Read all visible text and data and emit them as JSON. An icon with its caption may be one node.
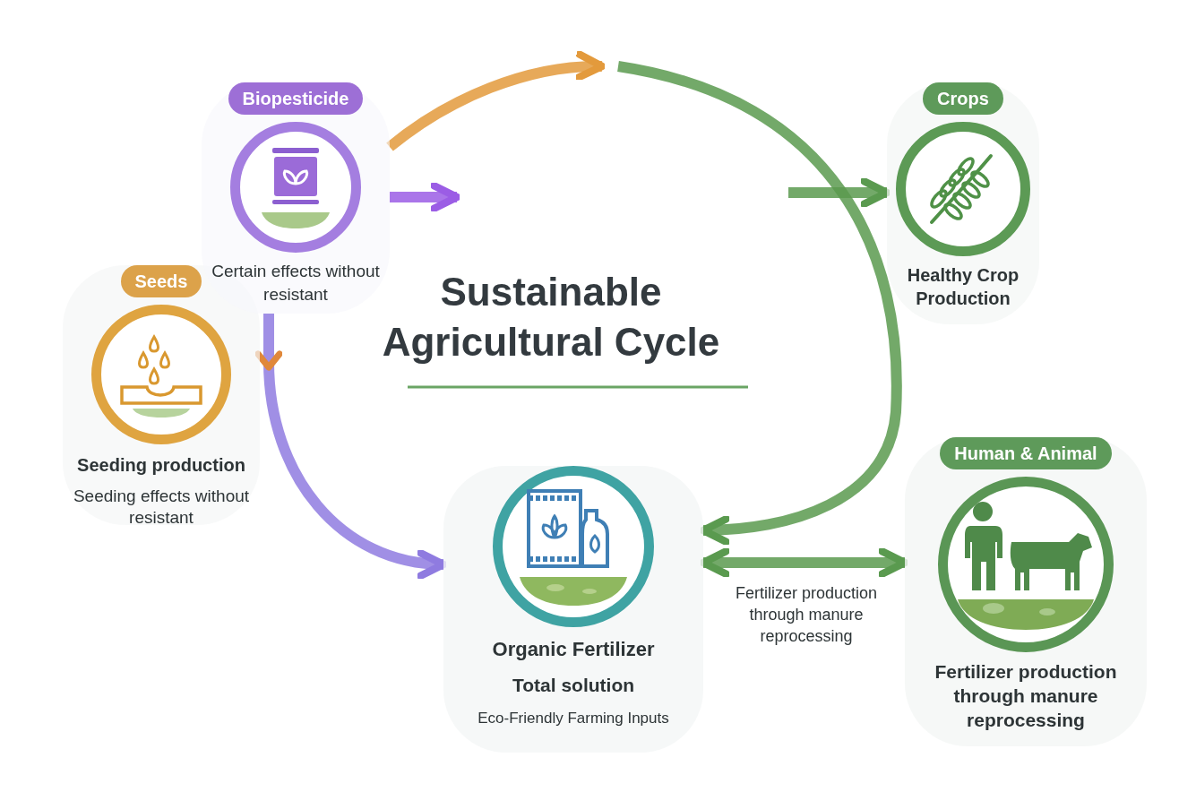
{
  "diagram": {
    "title": "Sustainable Agricultural Cycle",
    "nodes": [
      {
        "text": [
          "Biopesticide",
          "Certain effects without resistant"
        ]
      },
      {
        "text": [
          "Seeds",
          "Seeding production",
          "Seeding effects without resistant"
        ]
      },
      {
        "text": [
          "Crops",
          "Healthy Crop Production"
        ]
      },
      {
        "text": [
          "Organic Fertilizer",
          "Total solution",
          "Eco-Friendly Farming Inputs"
        ]
      },
      {
        "text": [
          "Human & Animal",
          "Fertilizer production through manure reprocessing"
        ]
      }
    ],
    "edges": [
      {
        "from": 0,
        "to": null,
        "arrow": "to",
        "color": "#e39a3c"
      },
      {
        "from": null,
        "to": 3,
        "arrow": "to"
      },
      {
        "from": null,
        "to": 2,
        "arrow": "to"
      },
      {
        "from": 0,
        "to": null,
        "arrow": "to",
        "color": "#9b5de5"
      },
      {
        "from": 0,
        "to": 3,
        "arrow": "to",
        "color": "#8f7be0"
      },
      {
        "from": 3,
        "to": 4,
        "arrow": "both",
        "label": "Fertilizer production through manure reprocessing"
      }
    ]
  }
}
